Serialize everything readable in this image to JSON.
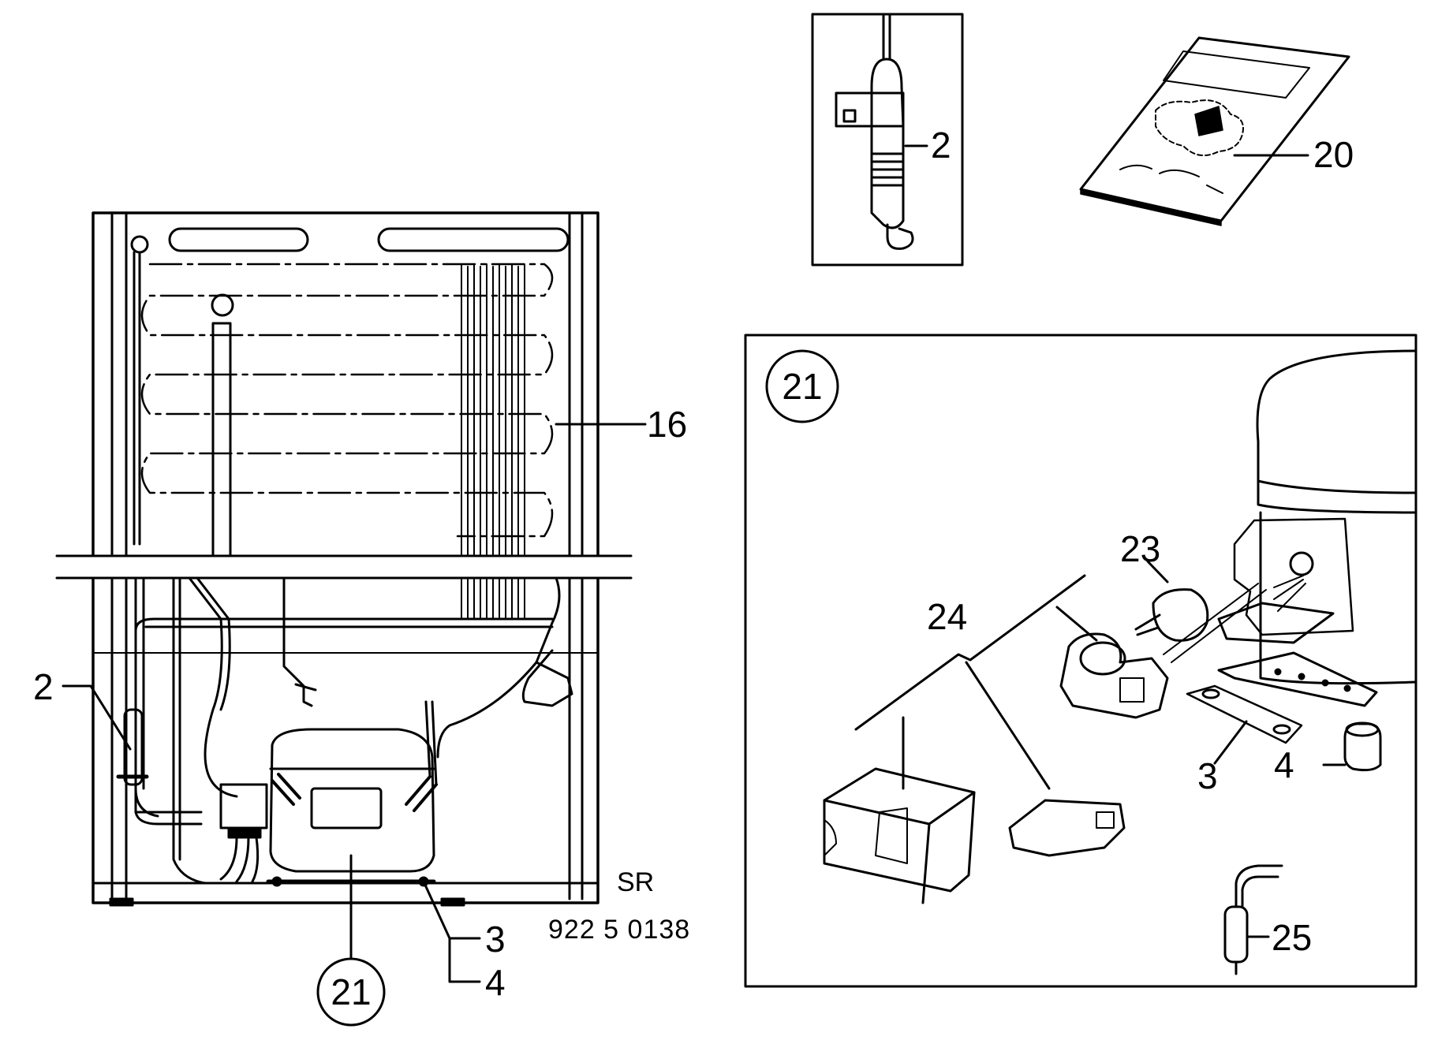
{
  "labels": {
    "left_2": "2",
    "left_16": "16",
    "left_3": "3",
    "left_4": "4",
    "left_21": "21",
    "left_sr": "SR",
    "left_code": "922 5 0138",
    "inset_2": "2",
    "manual_20": "20",
    "box_21": "21",
    "box_23": "23",
    "box_24": "24",
    "box_3": "3",
    "box_4": "4",
    "box_25": "25"
  },
  "colors": {
    "ink": "#000000",
    "paper": "#ffffff"
  }
}
